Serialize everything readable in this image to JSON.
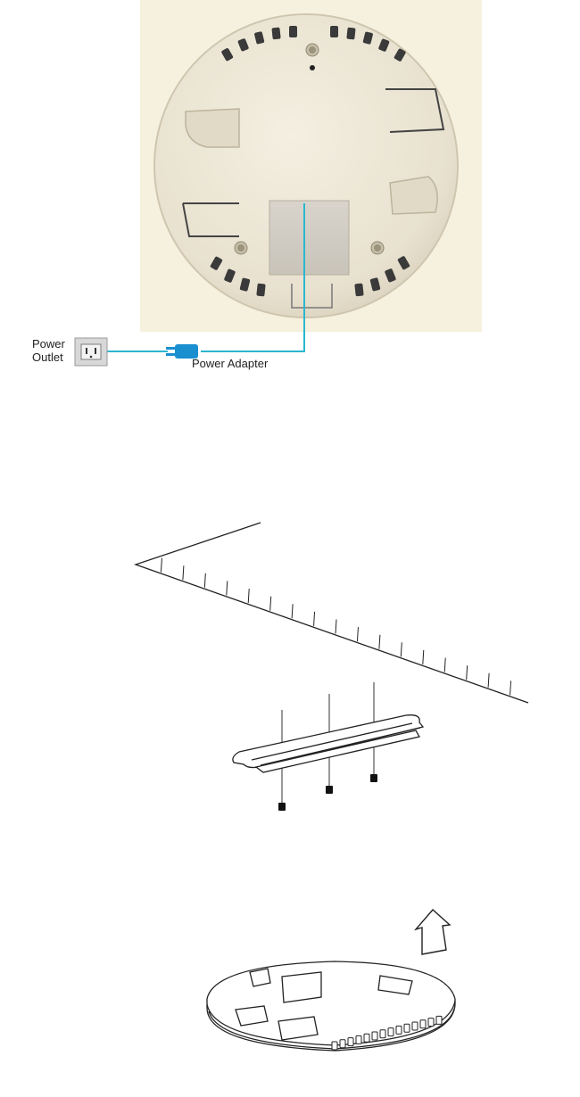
{
  "figure1": {
    "outlet_label_line1": "Power",
    "outlet_label_line2": "Outlet",
    "adapter_label": "Power Adapter",
    "colors": {
      "panel_bg": "#f6f1de",
      "device_body": "#ede7d6",
      "cable": "#2bb7cf",
      "plug": "#1a8fd0",
      "outlet": "#d8d8d8"
    }
  },
  "figure2": {
    "icons": [
      "ceiling-surface",
      "mounting-bracket",
      "screw-icon"
    ]
  },
  "figure3": {
    "icons": [
      "access-point-base",
      "up-arrow-icon"
    ]
  }
}
